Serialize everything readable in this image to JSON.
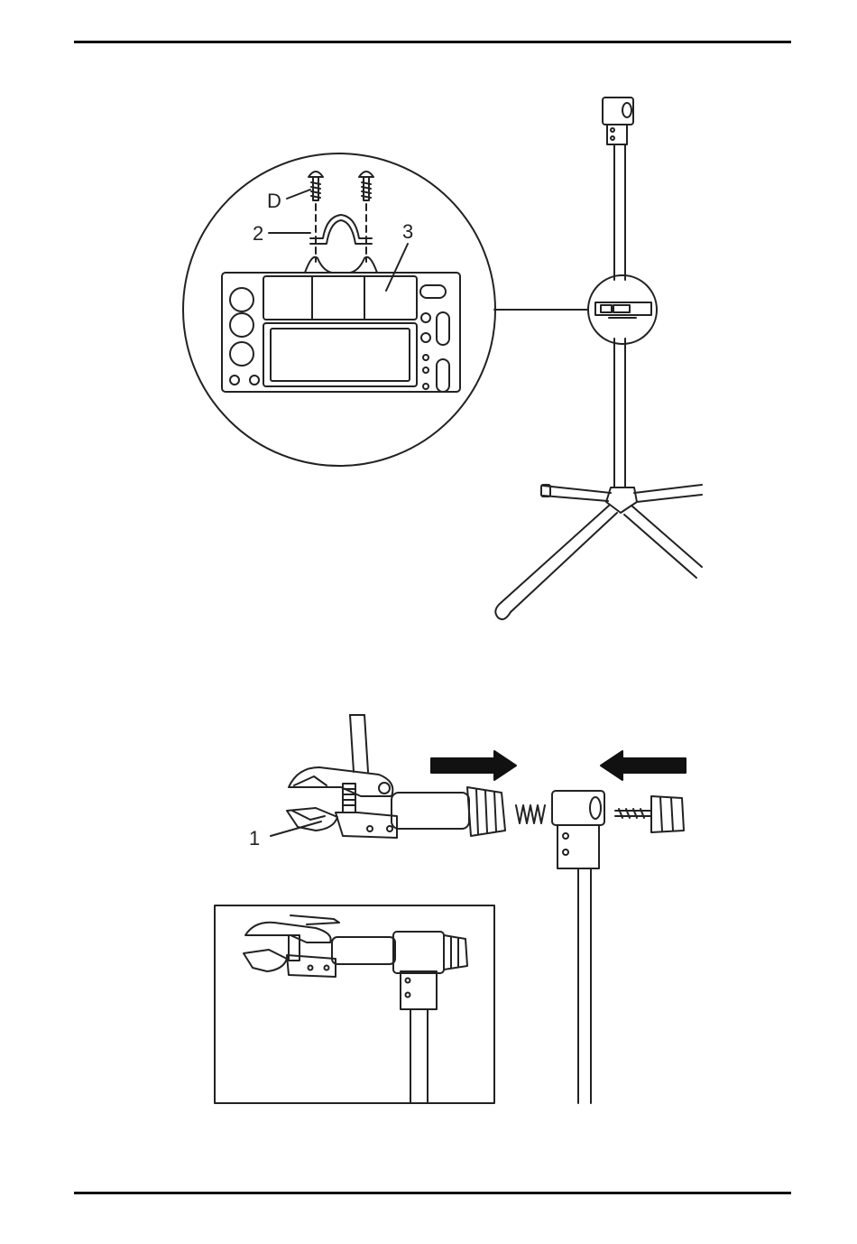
{
  "figure1": {
    "callouts": {
      "screw": "D",
      "clamp": "2",
      "tray": "3"
    }
  },
  "figure2": {
    "callouts": {
      "clamp_head": "1"
    }
  }
}
